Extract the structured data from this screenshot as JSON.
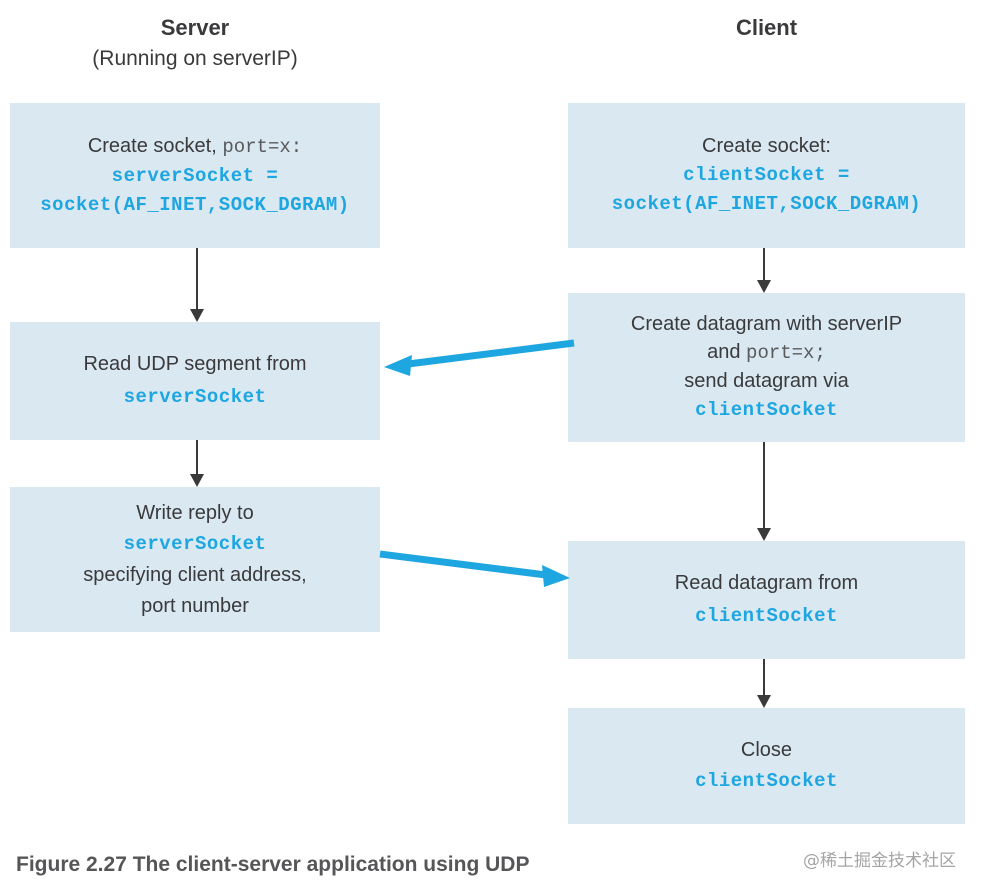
{
  "palette": {
    "box_fill": "#d9e8f1",
    "text_dark": "#3a3a3c",
    "code_blue": "#1ea6e0",
    "mono_gray": "#58595b",
    "arrow_dark": "#3a3a3a",
    "caption_color": "#565658",
    "watermark_color": "#a5a5a5"
  },
  "headers": {
    "server_title": "Server",
    "server_subtitle": "(Running on serverIP)",
    "client_title": "Client"
  },
  "server_boxes": {
    "create": {
      "line1_sans": "Create socket, ",
      "line1_mono": "port=x:",
      "code_line1": "serverSocket =",
      "code_line2": "socket(AF_INET,SOCK_DGRAM)"
    },
    "read": {
      "line1": "Read UDP segment from",
      "code": "serverSocket"
    },
    "write": {
      "line1": "Write reply to",
      "code": "serverSocket",
      "line2": "specifying client address,",
      "line3": "port number"
    }
  },
  "client_boxes": {
    "create": {
      "line1": "Create socket:",
      "code_line1": "clientSocket =",
      "code_line2": "socket(AF_INET,SOCK_DGRAM)"
    },
    "datagram": {
      "line1": "Create datagram with serverIP",
      "line2_sans": "and ",
      "line2_mono": "port=x;",
      "line3": "send datagram via",
      "code": "clientSocket"
    },
    "read": {
      "line1": "Read datagram from",
      "code": "clientSocket"
    },
    "close": {
      "line1": "Close",
      "code": "clientSocket"
    }
  },
  "caption": "Figure 2.27 The client-server application using UDP",
  "watermark": "@稀土掘金技术社区"
}
